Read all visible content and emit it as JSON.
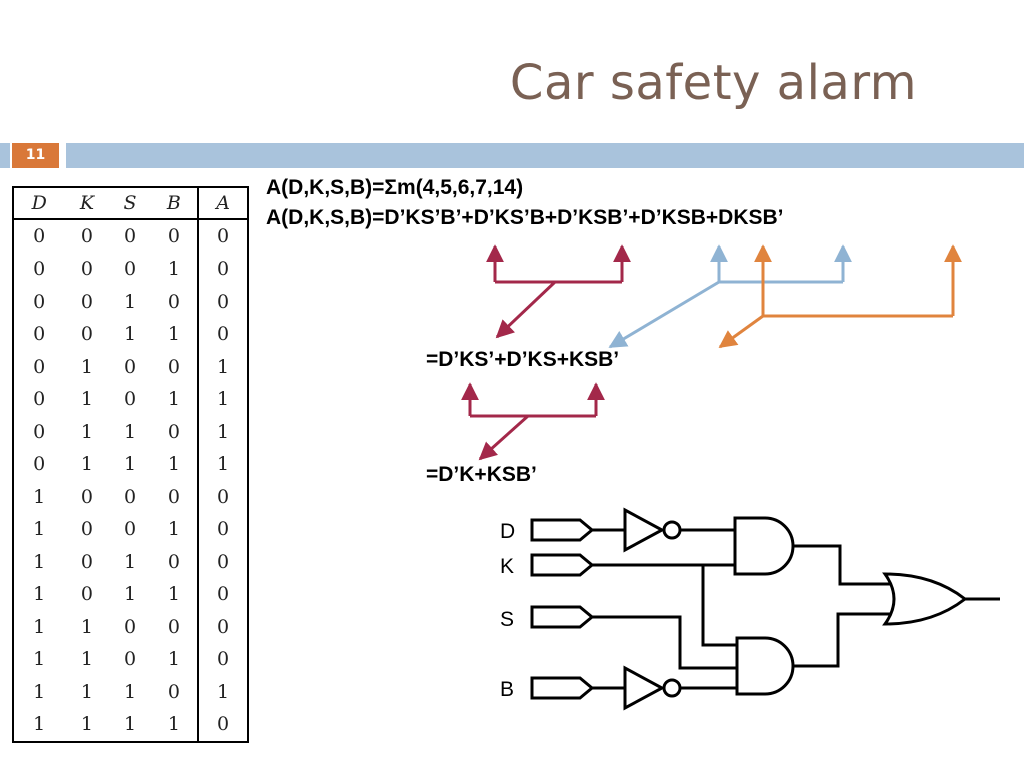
{
  "slide": {
    "title": "Car safety alarm",
    "number": "11"
  },
  "truth_table": {
    "headers": [
      "D",
      "K",
      "S",
      "B",
      "A"
    ],
    "rows": [
      [
        "0",
        "0",
        "0",
        "0",
        "0"
      ],
      [
        "0",
        "0",
        "0",
        "1",
        "0"
      ],
      [
        "0",
        "0",
        "1",
        "0",
        "0"
      ],
      [
        "0",
        "0",
        "1",
        "1",
        "0"
      ],
      [
        "0",
        "1",
        "0",
        "0",
        "1"
      ],
      [
        "0",
        "1",
        "0",
        "1",
        "1"
      ],
      [
        "0",
        "1",
        "1",
        "0",
        "1"
      ],
      [
        "0",
        "1",
        "1",
        "1",
        "1"
      ],
      [
        "1",
        "0",
        "0",
        "0",
        "0"
      ],
      [
        "1",
        "0",
        "0",
        "1",
        "0"
      ],
      [
        "1",
        "0",
        "1",
        "0",
        "0"
      ],
      [
        "1",
        "0",
        "1",
        "1",
        "0"
      ],
      [
        "1",
        "1",
        "0",
        "0",
        "0"
      ],
      [
        "1",
        "1",
        "0",
        "1",
        "0"
      ],
      [
        "1",
        "1",
        "1",
        "0",
        "1"
      ],
      [
        "1",
        "1",
        "1",
        "1",
        "0"
      ]
    ]
  },
  "equations": {
    "minterms": "A(D,K,S,B)=Σm(4,5,6,7,14)",
    "sop": "A(D,K,S,B)=D’KS’B’+D’KS’B+D’KSB’+D’KSB+DKSB’",
    "step1": "=D’KS’+D’KS+KSB’",
    "step2": "=D’K+KSB’"
  },
  "circuit": {
    "inputs": [
      "D",
      "K",
      "S",
      "B"
    ]
  },
  "colors": {
    "title": "#7a6154",
    "accent_orange": "#d97839",
    "bar_blue": "#a9c3dc",
    "arrow_crimson": "#a3284a",
    "arrow_lightblue": "#8fb3d3",
    "arrow_orange": "#e0843e"
  }
}
